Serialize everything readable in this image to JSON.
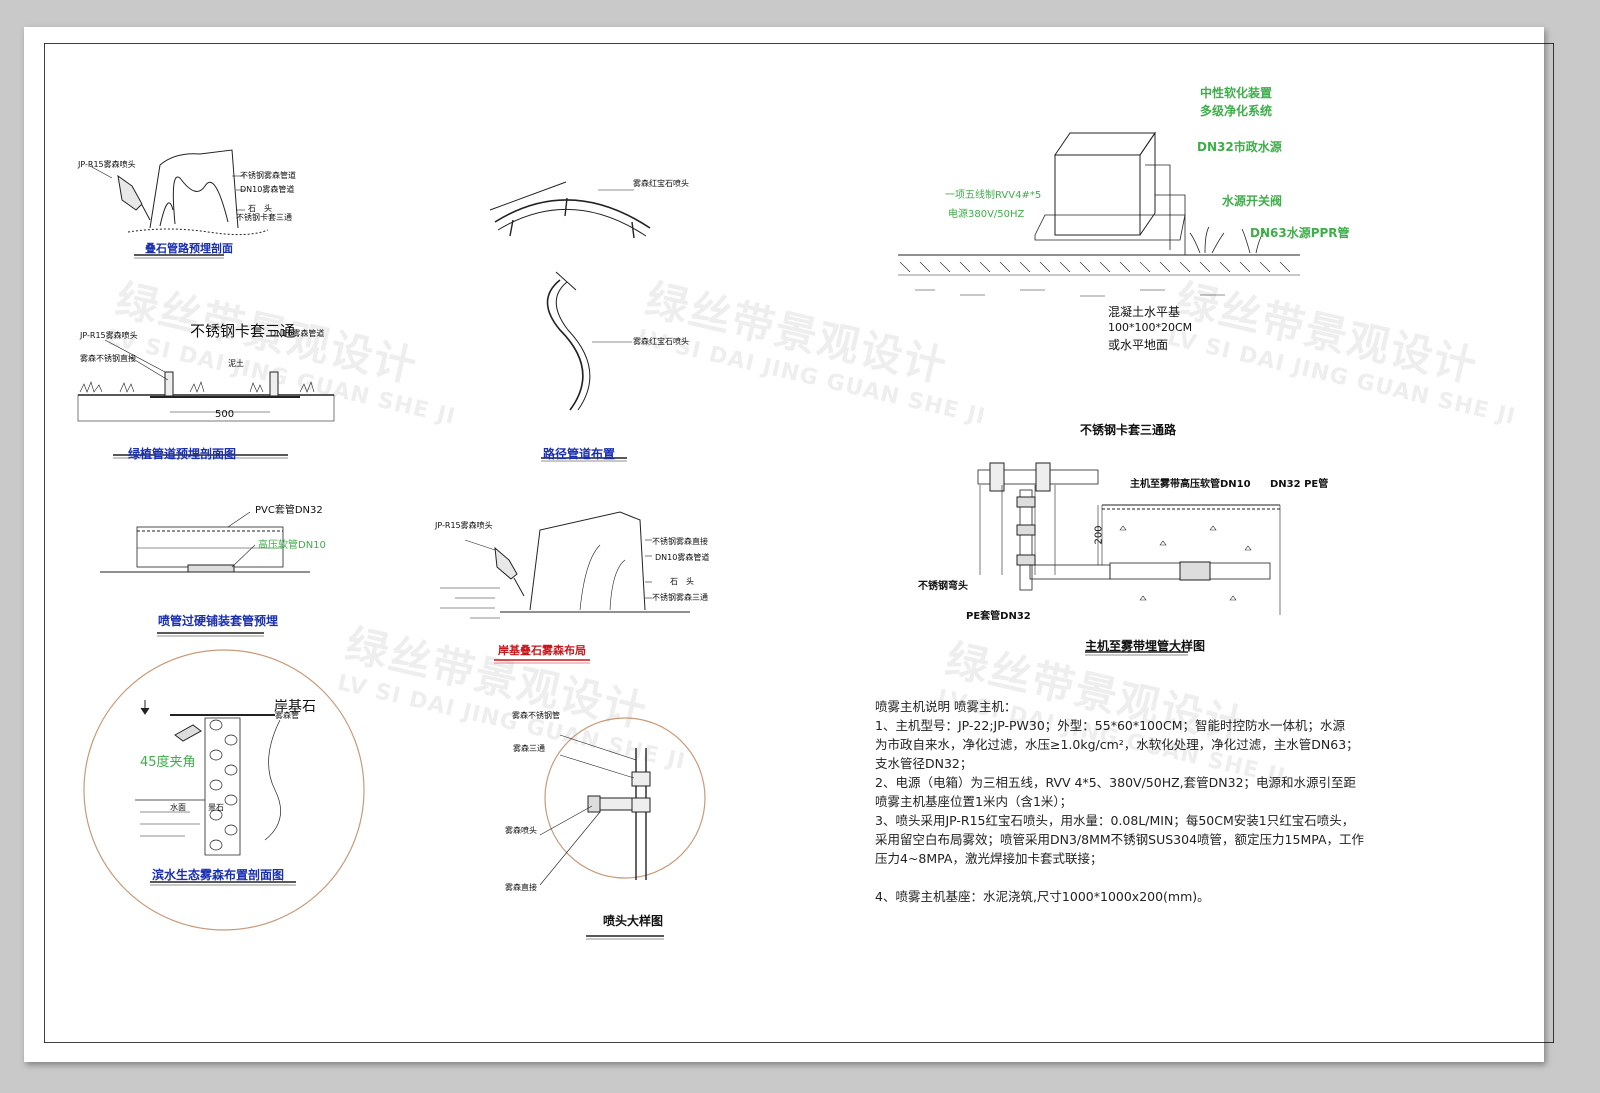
{
  "watermark": {
    "cn": "绿丝带景观设计",
    "en": "LV SI DAI JING GUAN SHE JI"
  },
  "d1": {
    "caption": "叠石管路预埋剖面",
    "nozzle": "JP-R15雾森喷头",
    "l1": "不锈钢雾森管道",
    "l2": "DN10雾森管道",
    "l3": "石　头",
    "l4": "不锈钢卡套三通"
  },
  "d2": {
    "caption": "绿植管道预埋剖面图",
    "top": "不锈钢卡套三通",
    "nozzle": "JP-R15雾森喷头",
    "pipe": "DN10雾森管道",
    "l1": "雾森不锈钢直接",
    "l2": "泥土",
    "dim": "500"
  },
  "d3": {
    "caption": "路径管道布置",
    "l1": "雾森红宝石喷头",
    "l2": "雾森红宝石喷头"
  },
  "d4": {
    "caption": "喷管过硬铺装套管预埋",
    "l1": "PVC套管DN32",
    "l2": "高压软管DN10"
  },
  "d5": {
    "caption": "岸基叠石雾森布局",
    "nozzle": "JP-R15雾森喷头",
    "l1": "不锈钢雾森直接",
    "l2": "DN10雾森管道",
    "l3": "石　头",
    "l4": "不锈钢雾森三通"
  },
  "d6": {
    "caption": "滨水生态雾森布置剖面图",
    "stone": "岸基石",
    "angle": "45度夹角",
    "l1": "水面",
    "l2": "景石",
    "l3": "雾森管"
  },
  "d7": {
    "caption": "喷头大样图",
    "l1": "雾森不锈钢管",
    "l2": "雾森三通",
    "l3": "雾森喷头",
    "l4": "雾森直接"
  },
  "d8": {
    "l1": "中性软化装置",
    "l2": "多级净化系统",
    "l3": "DN32市政水源",
    "l4": "水源开关阀",
    "l5": "DN63水源PPR管",
    "l6": "一项五线制RVV4#*5",
    "l7": "电源380V/50HZ",
    "l8": "混凝土水平基",
    "l9": "100*100*20CM",
    "l10": "或水平地面"
  },
  "d9": {
    "caption": "主机至雾带埋管大样图",
    "top": "不锈钢卡套三通路",
    "l1": "主机至雾带高压软管DN10",
    "l2": "DN32 PE管",
    "l3": "不锈钢弯头",
    "l4": "PE套管DN32",
    "dim": "200"
  },
  "notes": {
    "title": "喷雾主机说明 喷雾主机：",
    "l1": "1、主机型号：JP-22;JP-PW30；外型：55*60*100CM；智能时控防水一体机；水源",
    "l2": "为市政自来水，净化过滤，水压≥1.0kg/cm²，水软化处理，净化过滤，主水管DN63；",
    "l3": "支水管径DN32；",
    "l4": "2、电源（电箱）为三相五线，RVV 4*5、380V/50HZ,套管DN32；电源和水源引至距",
    "l5": "喷雾主机基座位置1米内（含1米）；",
    "l6": "3、喷头采用JP-R15红宝石喷头，用水量：0.08L/MIN；每50CM安装1只红宝石喷头，",
    "l7": "采用留空白布局雾效；喷管采用DN3/8MM不锈钢SUS304喷管，额定压力15MPA，工作",
    "l8": "压力4~8MPA，激光焊接加卡套式联接；",
    "l9": "4、喷雾主机基座：水泥浇筑,尺寸1000*1000x200(mm)。"
  }
}
